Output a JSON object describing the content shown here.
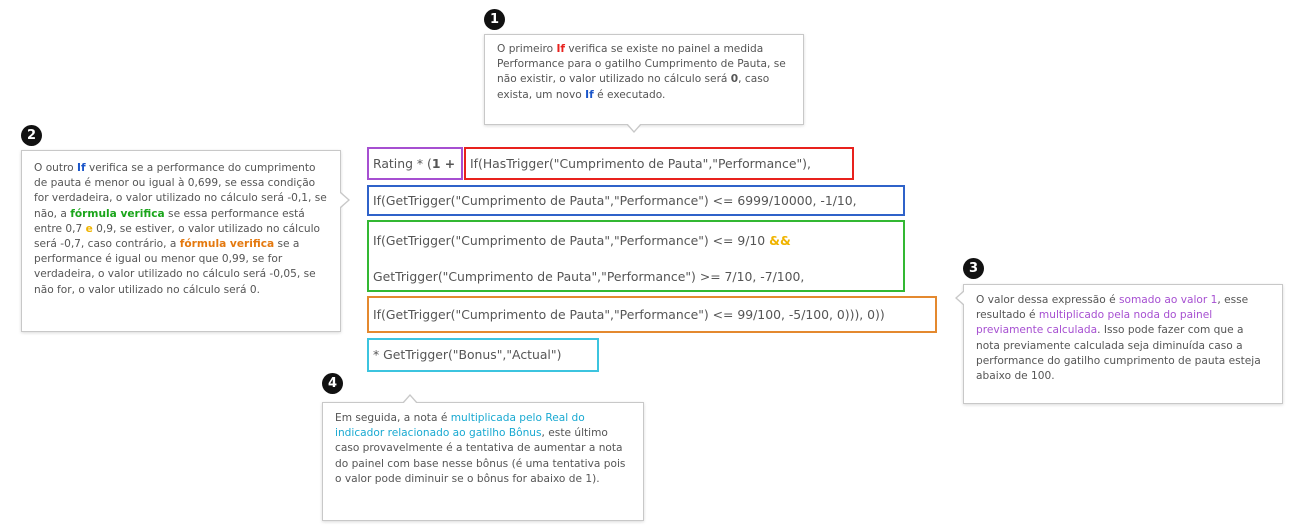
{
  "callouts": {
    "c1": {
      "number": "1",
      "parts": [
        "O primeiro ",
        "If",
        " verifica se existe no painel a medida Performance para o gatilho Cumprimento de Pauta, se não existir, o valor utilizado no cálculo será ",
        "0",
        ", caso exista, um novo ",
        "If",
        " é executado."
      ]
    },
    "c2": {
      "number": "2",
      "parts": [
        "O outro ",
        "If",
        " verifica se a performance do cumprimento de pauta é menor ou igual à 0,699, se essa condição for verdadeira, o valor utilizado no cálculo será -0,1, se não, a ",
        "fórmula verifica",
        " se essa performance está entre 0,7 ",
        "e",
        " 0,9, se estiver, o valor utilizado no cálculo será -0,7, caso contrário, a ",
        "fórmula verifica",
        " se a performance é igual ou menor que 0,99, se for verdadeira, o valor utilizado no cálculo será -0,05, se não for, o valor utilizado no cálculo será 0."
      ]
    },
    "c3": {
      "number": "3",
      "parts": [
        "O valor dessa expressão é ",
        "somado ao valor 1",
        ", esse resultado é ",
        "multiplicado pela noda do painel previamente calculada",
        ". Isso pode fazer com que a nota previamente calculada seja diminuída caso a performance do gatilho cumprimento de pauta esteja abaixo de 100."
      ]
    },
    "c4": {
      "number": "4",
      "parts": [
        "Em seguida, a nota é ",
        "multiplicada pelo Real do indicador relacionado ao gatilho Bônus",
        ", este último caso provavelmente é a tentativa de aumentar a nota do painel com base nesse bônus (é uma tentativa pois o valor pode diminuir se o bônus for abaixo de 1)."
      ]
    }
  },
  "code": {
    "rating_prefix": "Rating * (",
    "rating_one": "1 +",
    "line_red": "If(HasTrigger(\"Cumprimento de Pauta\",\"Performance\"),",
    "line_blue": "If(GetTrigger(\"Cumprimento de Pauta\",\"Performance\") <= 6999/10000, -1/10,",
    "line_green1": "If(GetTrigger(\"Cumprimento de Pauta\",\"Performance\") <= 9/10 ",
    "line_green1_op": "&&",
    "line_green2": "GetTrigger(\"Cumprimento de Pauta\",\"Performance\") >= 7/10, -7/100,",
    "line_orange": "If(GetTrigger(\"Cumprimento de Pauta\",\"Performance\") <= 99/100, -5/100, 0))), 0))",
    "line_cyan": "* GetTrigger(\"Bonus\",\"Actual\")"
  },
  "colors": {
    "purple": "#a64fd1",
    "red": "#e8211d",
    "blue": "#2f62c9",
    "green": "#33b833",
    "orange": "#e4892f",
    "cyan": "#3cc4df"
  }
}
